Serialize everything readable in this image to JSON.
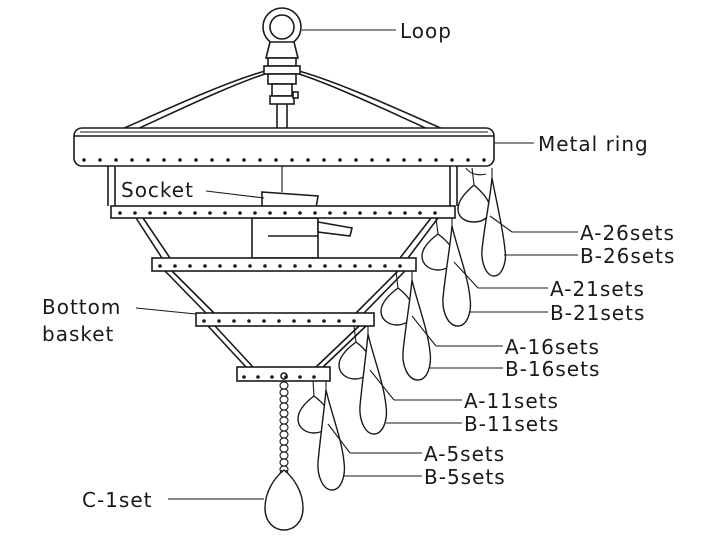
{
  "labels": {
    "loop": "Loop",
    "metal_ring": "Metal ring",
    "socket": "Socket",
    "bottom_basket_line1": "Bottom",
    "bottom_basket_line2": "basket",
    "a26": "A-26sets",
    "b26": "B-26sets",
    "a21": "A-21sets",
    "b21": "B-21sets",
    "a16": "A-16sets",
    "b16": "B-16sets",
    "a11": "A-11sets",
    "b11": "B-11sets",
    "a5": "A-5sets",
    "b5": "B-5sets",
    "c1": "C-1set"
  },
  "colors": {
    "line": "#1a1a1a",
    "background": "#ffffff"
  }
}
